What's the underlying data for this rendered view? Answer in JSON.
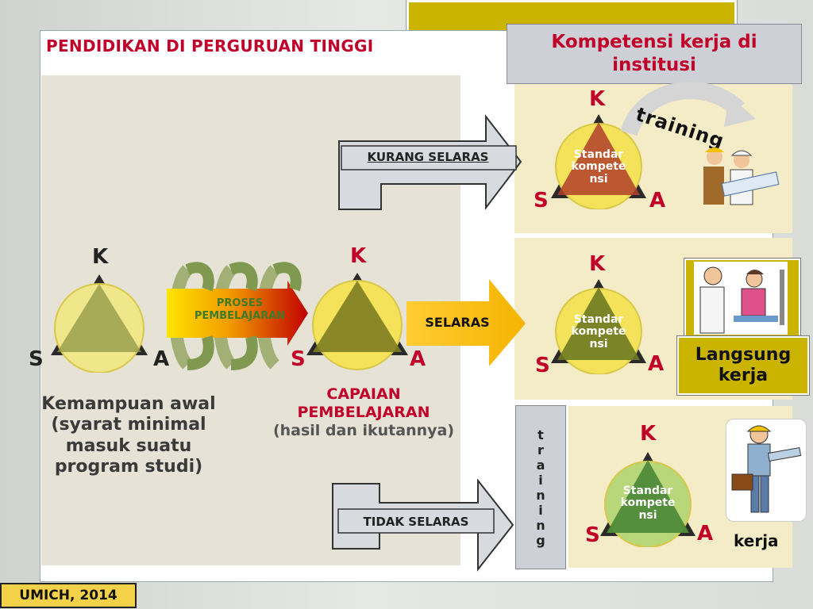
{
  "slide": {
    "title": "PENDIDIKAN DI PERGURUAN TINGGI",
    "footer": "UMICH, 2014"
  },
  "kompetensi_header": "Kompetensi kerja di institusi",
  "triangle_letters": {
    "k": "K",
    "s": "S",
    "a": "A"
  },
  "left_triangle": {
    "caption_line1": "Kemampuan awal",
    "caption_line2": "(syarat minimal masuk suatu program studi)"
  },
  "process_arrow": {
    "line1": "PROSES",
    "line2": "PEMBELAJARAN"
  },
  "center_triangle": {
    "caption_red": "CAPAIAN PEMBELAJARAN",
    "caption_grey": "(hasil dan ikutannya)"
  },
  "arrows": {
    "kurang": "KURANG SELARAS",
    "selaras": "SELARAS",
    "tidak": "TIDAK SELARAS"
  },
  "circle_label": "Standar kompete nsi",
  "training_curved": "training",
  "langsung_kerja": "Langsung kerja",
  "training_vertical": [
    "t",
    "r",
    "a",
    "i",
    "n",
    "i",
    "n",
    "g"
  ],
  "kerja_label": "kerja",
  "icons": [
    "workers-blueprint-icon",
    "doctor-patient-icon",
    "worker-briefcase-icon"
  ],
  "colors": {
    "title_red": "#c1002a",
    "gold": "#cab400",
    "circle_top": "#b0402a",
    "circle_mid": "#6f7a22",
    "circle_bottom": "#4f8a3a"
  }
}
